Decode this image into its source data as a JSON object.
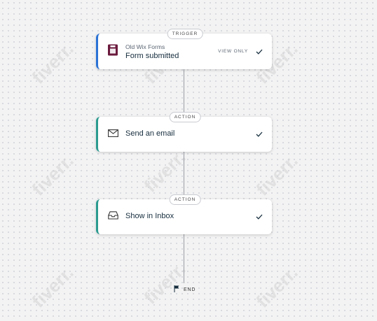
{
  "trigger": {
    "pill": "TRIGGER",
    "app_name": "Old Wix Forms",
    "event": "Form submitted",
    "view_only": "VIEW ONLY",
    "icon": "form-icon",
    "accent": "#2a72d5"
  },
  "actions": [
    {
      "pill": "ACTION",
      "label": "Send an email",
      "icon": "envelope-icon"
    },
    {
      "pill": "ACTION",
      "label": "Show in Inbox",
      "icon": "inbox-icon"
    }
  ],
  "action_accent": "#2b9a8f",
  "end": {
    "label": "END",
    "icon": "flag-icon"
  },
  "watermark": "fiverr."
}
